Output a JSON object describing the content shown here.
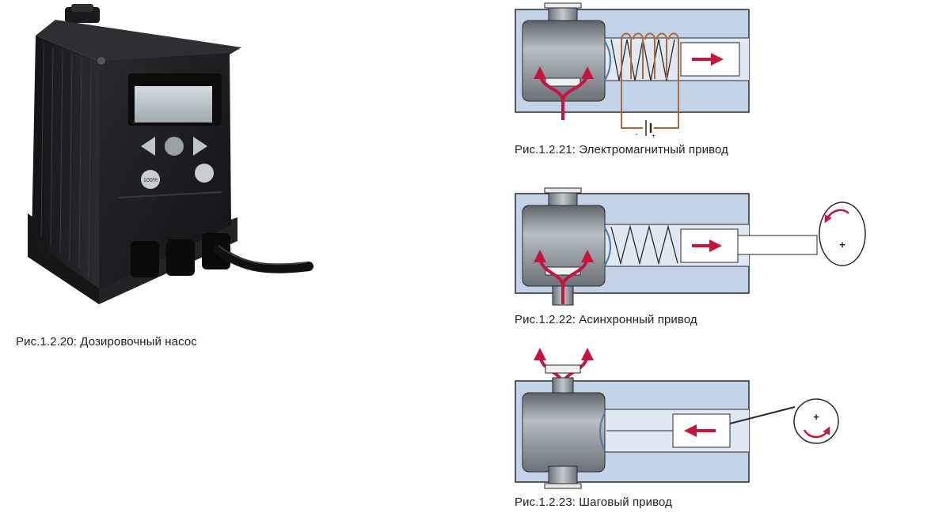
{
  "figures": {
    "pump": {
      "caption": "Рис.1.2.20: Дозировочный насос",
      "display_value": "100%"
    },
    "electromagnetic": {
      "caption": "Рис.1.2.21: Электромагнитный привод",
      "battery_minus": "-",
      "battery_plus": "+"
    },
    "asynchronous": {
      "caption": "Рис.1.2.22: Асинхронный привод",
      "motor_sign": "+"
    },
    "stepper": {
      "caption": "Рис.1.2.23: Шаговый привод",
      "motor_sign": "+"
    }
  },
  "colors": {
    "housing": "#c2d3e8",
    "housing_dark": "#a9bcd6",
    "piston": "#8a929a",
    "arrow": "#c8133e",
    "coil": "#b0683a",
    "pump_body": "#1d1d1f",
    "outline": "#2a2a2a"
  }
}
